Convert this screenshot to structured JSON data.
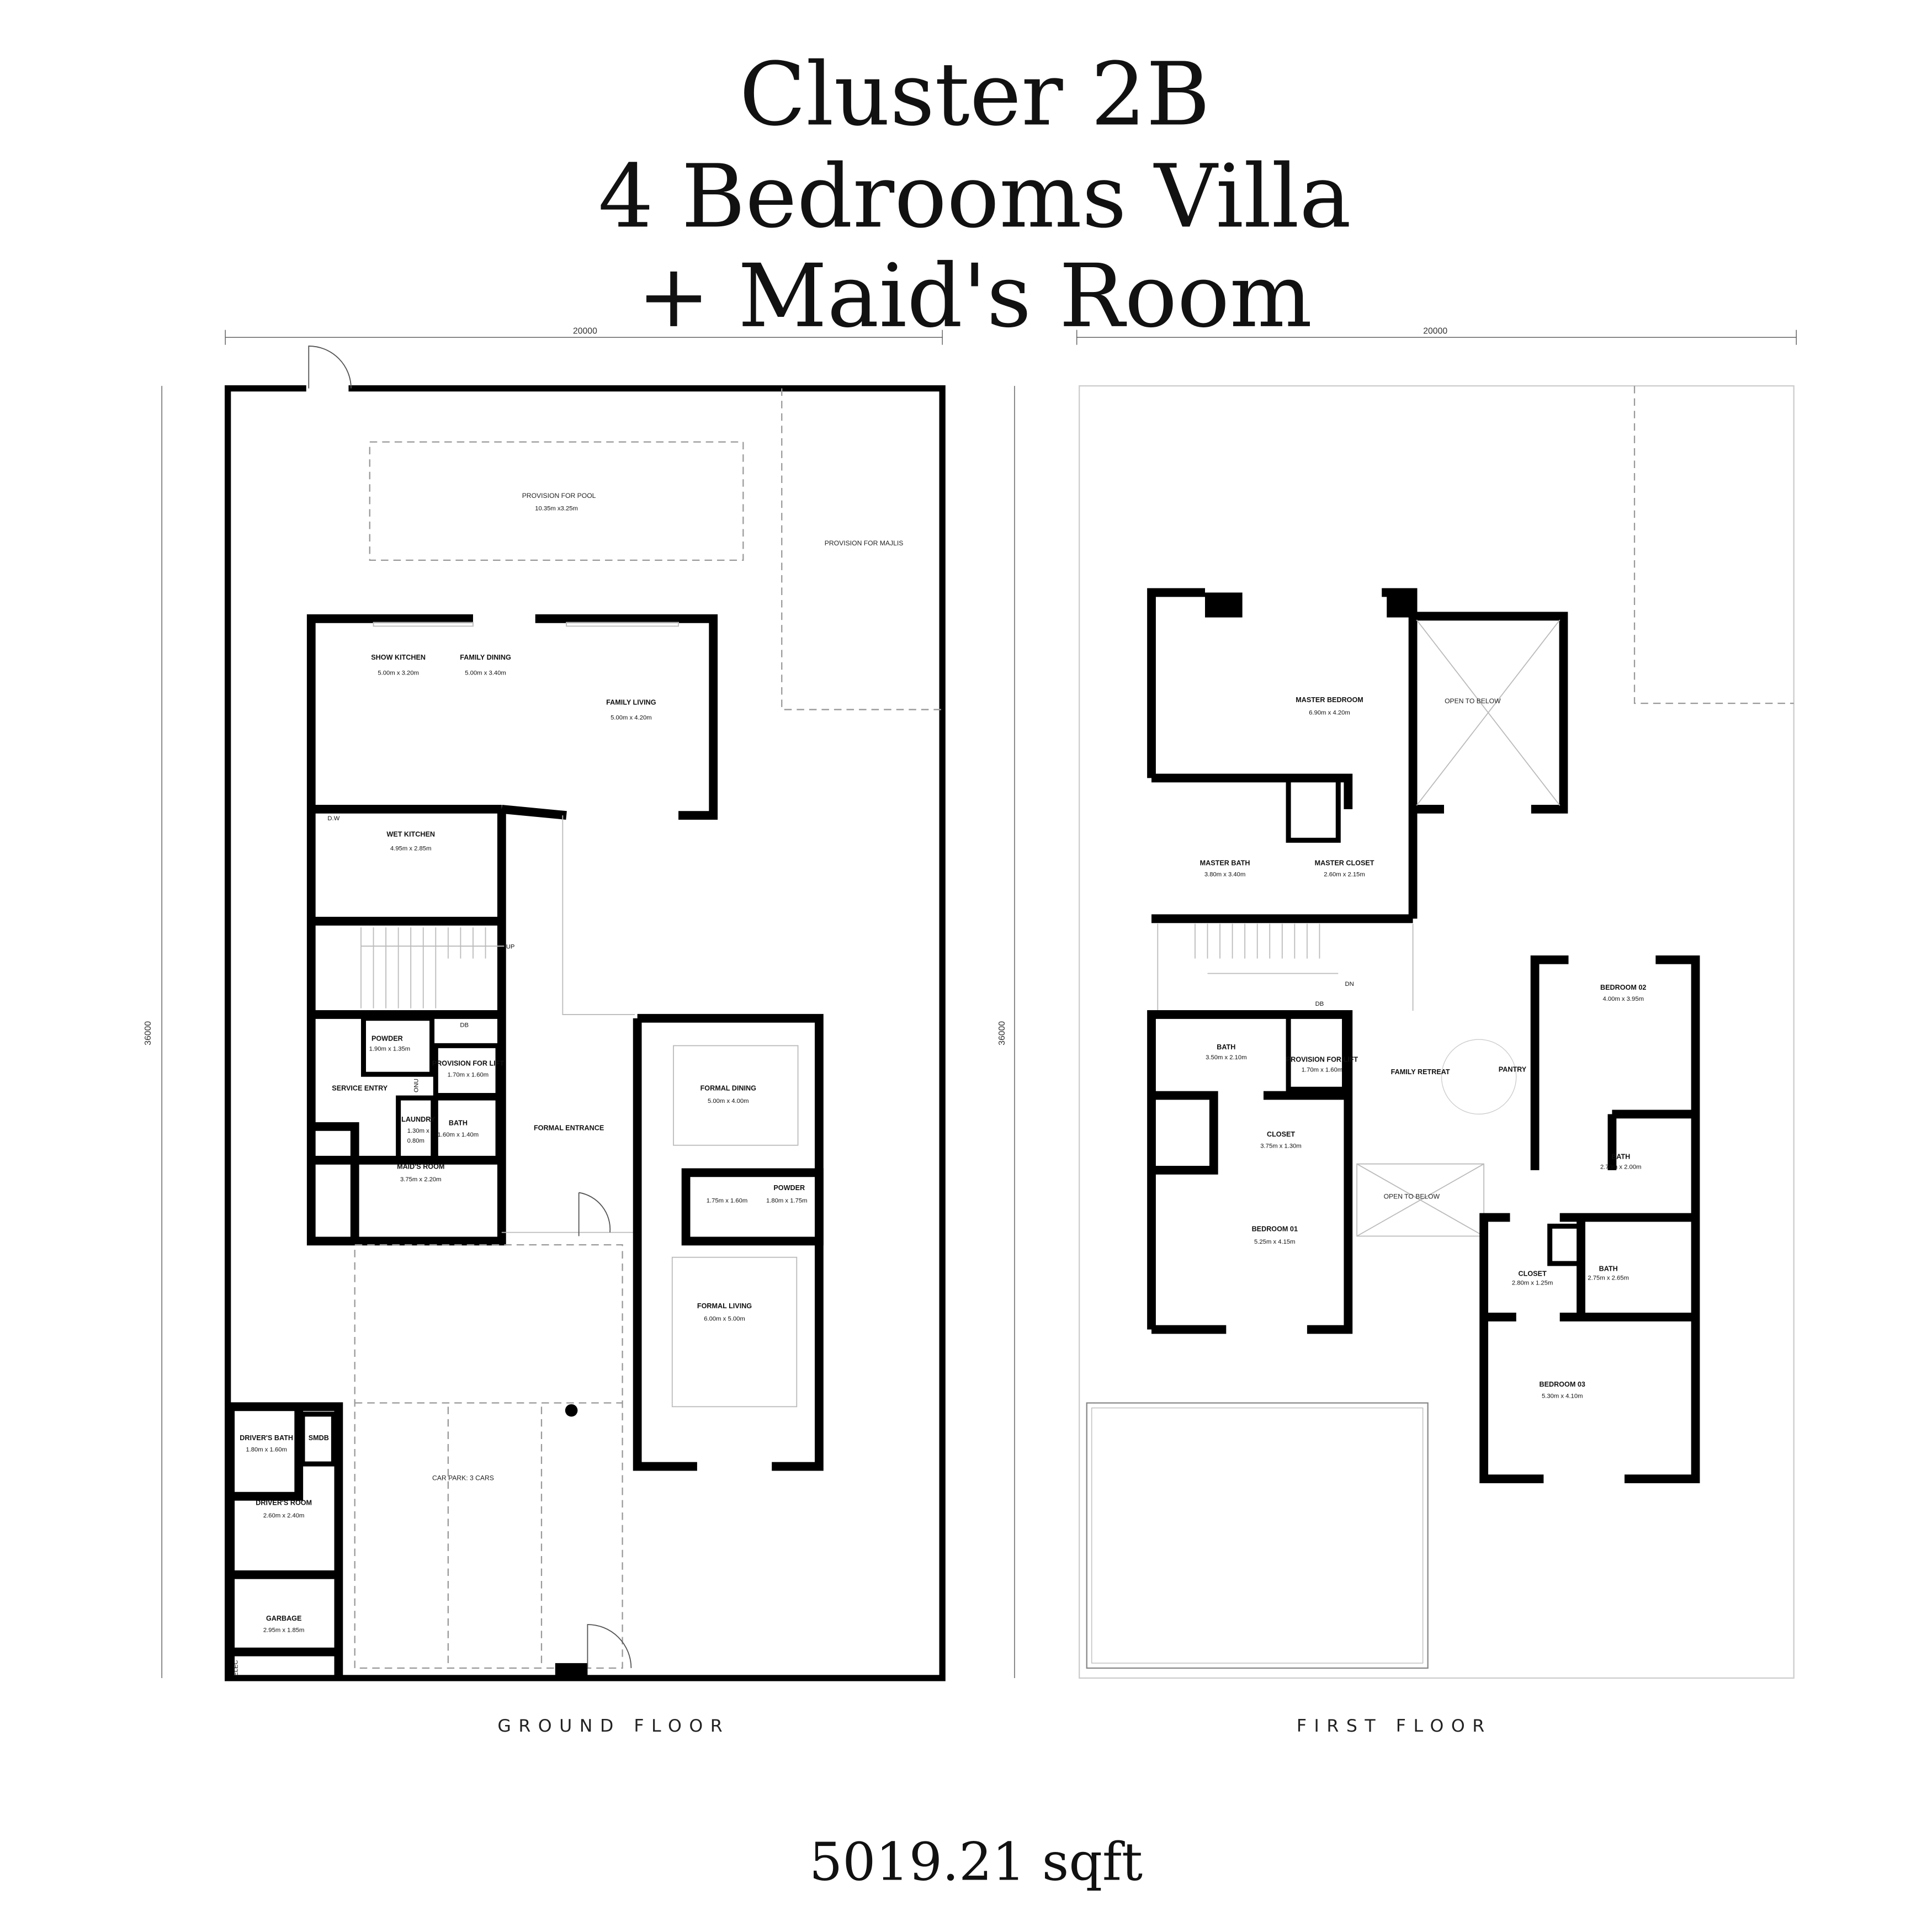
{
  "title": {
    "line1": "Cluster 2B",
    "line2": "4 Bedrooms Villa",
    "line3": "+ Maid's Room"
  },
  "dimensions": {
    "gf_width": "20000",
    "gf_depth": "36000",
    "ff_width": "20000",
    "ff_depth": "36000"
  },
  "ground_floor": {
    "label": "GROUND FLOOR",
    "provisions": [
      {
        "name": "PROVISION FOR POOL",
        "size": "10.35m x3.25m"
      },
      {
        "name": "PROVISION FOR MAJLIS"
      }
    ],
    "rooms": [
      {
        "name": "SHOW KITCHEN",
        "size": "5.00m x 3.20m"
      },
      {
        "name": "FAMILY  DINING",
        "size": "5.00m x 3.40m"
      },
      {
        "name": "FAMILY LIVING",
        "size": "5.00m x 4.20m"
      },
      {
        "name": "WET KITCHEN",
        "size": "4.95m x 2.85m"
      },
      {
        "name": "POWDER",
        "size": "1.90m x 1.35m"
      },
      {
        "name": "PROVISION FOR LIFT",
        "size": "1.70m x 1.60m"
      },
      {
        "name": "SERVICE ENTRY"
      },
      {
        "name": "LAUNDRY",
        "size1": "1.30m x",
        "size2": "0.80m"
      },
      {
        "name": "BATH",
        "size": "1.60m x 1.40m"
      },
      {
        "name": "MAID'S ROOM",
        "size": "3.75m x 2.20m"
      },
      {
        "name": "FORMAL ENTRANCE"
      },
      {
        "name": "FORMAL DINING",
        "size": "5.00m x 4.00m"
      },
      {
        "size": "1.75m x 1.60m"
      },
      {
        "name": "POWDER",
        "size": "1.80m x 1.75m"
      },
      {
        "name": "FORMAL LIVING",
        "size": "6.00m x 5.00m"
      },
      {
        "name": "DRIVER'S BATH",
        "size": "1.80m x 1.60m"
      },
      {
        "name": "SMDB"
      },
      {
        "name": "DRIVER'S ROOM",
        "size": "2.60m x 2.40m"
      },
      {
        "name": "GARBAGE",
        "size": "2.95m x 1.85m"
      },
      {
        "name": "CAR PARK: 3 CARS"
      }
    ],
    "tags": {
      "db": "DB",
      "onu": "ONU",
      "elec": "ELEC",
      "up": "UP",
      "dw": "D.W"
    }
  },
  "first_floor": {
    "label": "FIRST FLOOR",
    "rooms": [
      {
        "name": "MASTER BEDROOM",
        "size": "6.90m x 4.20m"
      },
      {
        "name": "OPEN TO BELOW"
      },
      {
        "name": "MASTER BATH",
        "size": "3.80m x 3.40m"
      },
      {
        "name": "MASTER CLOSET",
        "size": "2.60m x 2.15m"
      },
      {
        "name": "BATH",
        "size": "3.50m x 2.10m"
      },
      {
        "name": "PROVISION FOR LIFT",
        "size": "1.70m x 1.60m"
      },
      {
        "name": "FAMILY RETREAT"
      },
      {
        "name": "PANTRY"
      },
      {
        "name": "CLOSET",
        "size": "3.75m x 1.30m"
      },
      {
        "name": "BEDROOM 01",
        "size": "5.25m x 4.15m"
      },
      {
        "name": "OPEN TO BELOW"
      },
      {
        "name": "BEDROOM 02",
        "size": "4.00m x 3.95m"
      },
      {
        "name": "BATH",
        "size": "2.70m x 2.00m"
      },
      {
        "name": "CLOSET",
        "size": "2.80m x 1.25m"
      },
      {
        "name": "BATH",
        "size": "2.75m x 2.65m"
      },
      {
        "name": "BEDROOM 03",
        "size": "5.30m x 4.10m"
      }
    ],
    "tags": {
      "db": "DB",
      "dn": "DN"
    }
  },
  "area": "5019.21 sqft"
}
